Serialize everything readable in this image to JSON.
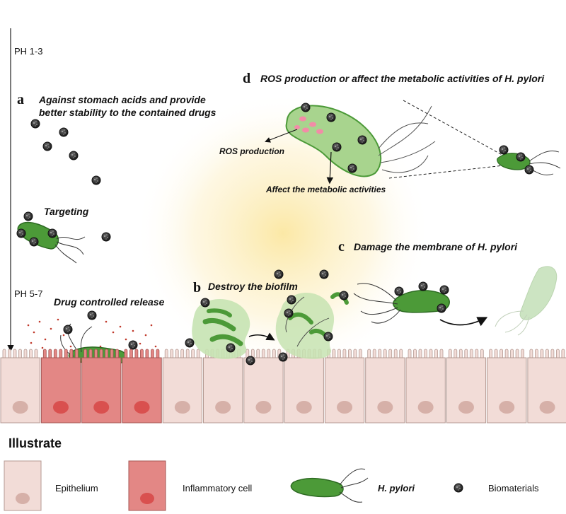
{
  "ph": {
    "top": "PH 1-3",
    "bottom": "PH 5-7"
  },
  "panel_a": {
    "letter": "a",
    "line1": "Against stomach acids and provide",
    "line2": "better stability to the contained drugs"
  },
  "targeting": "Targeting",
  "drug_release": "Drug controlled release",
  "panel_b": {
    "letter": "b",
    "text": "Destroy the biofilm"
  },
  "panel_c": {
    "letter": "c",
    "text": "Damage the membrane of H. pylori"
  },
  "panel_d": {
    "letter": "d",
    "text": "ROS production or affect the metabolic activities of H. pylori",
    "ros": "ROS  production",
    "metabolic": "Affect the metabolic activities"
  },
  "legend": {
    "title": "Illustrate",
    "epithelium": "Epithelium",
    "inflammatory": "Inflammatory cell",
    "hpylori": "H. pylori",
    "biomaterials": "Biomaterials"
  },
  "colors": {
    "epithelium": "#f2dcd7",
    "inflammatory": "#e38785",
    "bacteria": "#4c9a38",
    "glow": "#fbe9a8",
    "biofilm": "#c7e3b2"
  },
  "icons": [
    "arrow-icon",
    "bacterium-icon",
    "nanoparticle-icon",
    "cell-icon"
  ]
}
